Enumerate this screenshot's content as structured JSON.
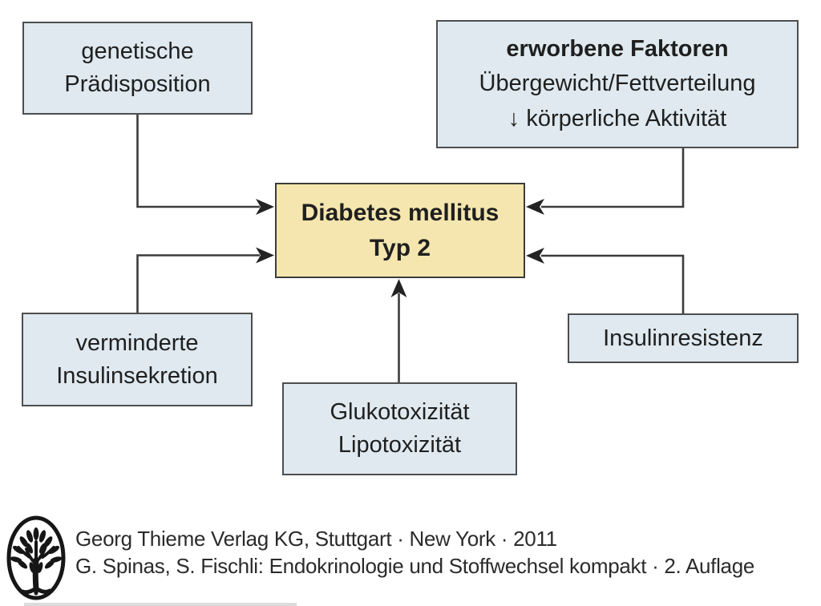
{
  "diagram": {
    "nodes": {
      "genetic": {
        "lines": [
          "genetische",
          "Prädisposition"
        ]
      },
      "acquired": {
        "lines": [
          "erworbene Faktoren",
          "Übergewicht/Fettverteilung",
          "↓ körperliche Aktivität"
        ]
      },
      "center": {
        "lines": [
          "Diabetes mellitus",
          "Typ 2"
        ]
      },
      "secretion": {
        "lines": [
          "verminderte",
          "Insulinsekretion"
        ]
      },
      "toxicity": {
        "lines": [
          "Glukotoxizität",
          "Lipotoxizität"
        ]
      },
      "resistance": {
        "lines": [
          "Insulinresistenz"
        ]
      }
    },
    "colors": {
      "factor_box_fill": "#dfe9ef",
      "center_box_fill": "#f4e6ae",
      "box_border": "#4e4e4e",
      "arrow_line": "#3c3c3c",
      "text": "#1f1f1f"
    }
  },
  "footer": {
    "logo_icon": "thieme-tree-logo",
    "publisher_line": "Georg Thieme Verlag KG, Stuttgart · New York · 2011",
    "source_line": "G. Spinas, S. Fischli: Endokrinologie und Stoffwechsel kompakt · 2. Auflage"
  }
}
